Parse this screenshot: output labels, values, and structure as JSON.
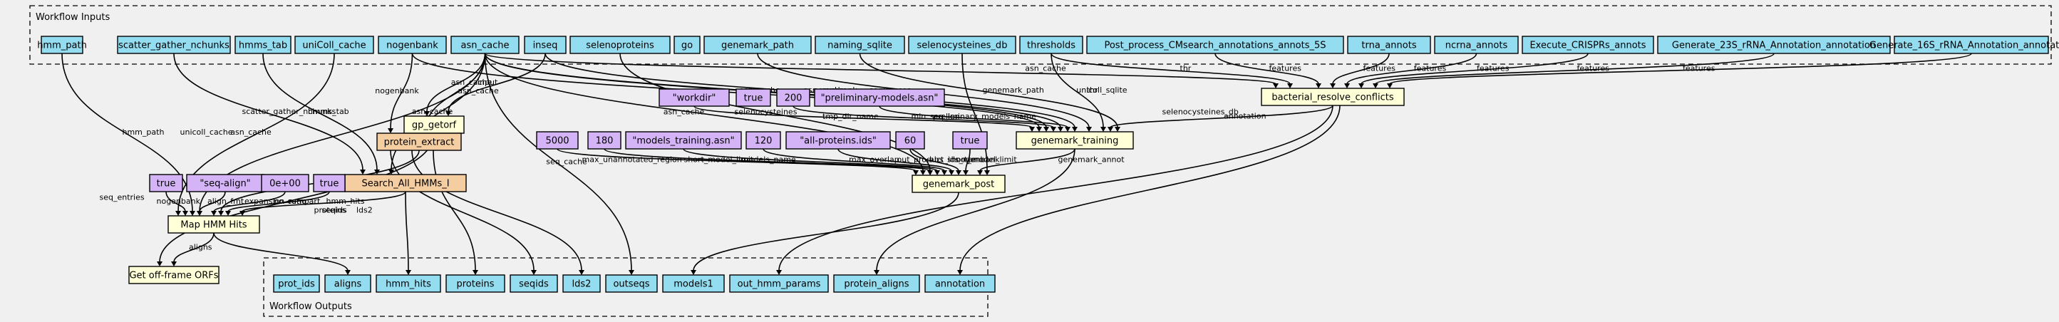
{
  "clusters": {
    "inputs_title": "Workflow Inputs",
    "outputs_title": "Workflow Outputs"
  },
  "colors": {
    "io": "#94dcf0",
    "step": "#ffffd8",
    "subworkflow": "#f4cda0",
    "literal": "#d4b4f6",
    "background": "#f0f0f0"
  },
  "inputs": [
    {
      "id": "hmm_path",
      "label": "hmm_path"
    },
    {
      "id": "scatter_gather_nchunks",
      "label": "scatter_gather_nchunks"
    },
    {
      "id": "hmms_tab",
      "label": "hmms_tab"
    },
    {
      "id": "uniColl_cache",
      "label": "uniColl_cache"
    },
    {
      "id": "nogenbank",
      "label": "nogenbank"
    },
    {
      "id": "asn_cache",
      "label": "asn_cache"
    },
    {
      "id": "inseq",
      "label": "inseq"
    },
    {
      "id": "selenoproteins",
      "label": "selenoproteins"
    },
    {
      "id": "go",
      "label": "go"
    },
    {
      "id": "genemark_path",
      "label": "genemark_path"
    },
    {
      "id": "naming_sqlite",
      "label": "naming_sqlite"
    },
    {
      "id": "selenocysteines_db",
      "label": "selenocysteines_db"
    },
    {
      "id": "thresholds",
      "label": "thresholds"
    },
    {
      "id": "post_process",
      "label": "Post_process_CMsearch_annotations_annots_5S"
    },
    {
      "id": "trna_annots",
      "label": "trna_annots"
    },
    {
      "id": "ncrna_annots",
      "label": "ncrna_annots"
    },
    {
      "id": "crispr",
      "label": "Execute_CRISPRs_annots"
    },
    {
      "id": "gen23s",
      "label": "Generate_23S_rRNA_Annotation_annotation"
    },
    {
      "id": "gen16s",
      "label": "Generate_16S_rRNA_Annotation_annotation"
    }
  ],
  "steps": [
    {
      "id": "bacterial_resolve_conflicts",
      "label": "bacterial_resolve_conflicts"
    },
    {
      "id": "gp_getorf",
      "label": "gp_getorf"
    },
    {
      "id": "genemark_training",
      "label": "genemark_training"
    },
    {
      "id": "protein_extract",
      "label": "protein_extract"
    },
    {
      "id": "genemark_post",
      "label": "genemark_post"
    },
    {
      "id": "search_all_hmms",
      "label": "Search_All_HMMs_I"
    },
    {
      "id": "map_hmm_hits",
      "label": "Map HMM Hits"
    },
    {
      "id": "get_offframe",
      "label": "Get off-frame ORFs"
    }
  ],
  "literals": [
    {
      "id": "lit_workdir",
      "label": "\"workdir\""
    },
    {
      "id": "lit_true1",
      "label": "true"
    },
    {
      "id": "lit_200",
      "label": "200"
    },
    {
      "id": "lit_prelim",
      "label": "\"preliminary-models.asn\""
    },
    {
      "id": "lit_5000",
      "label": "5000"
    },
    {
      "id": "lit_180",
      "label": "180"
    },
    {
      "id": "lit_models_training",
      "label": "\"models_training.asn\""
    },
    {
      "id": "lit_120",
      "label": "120"
    },
    {
      "id": "lit_allproteins",
      "label": "\"all-proteins.ids\""
    },
    {
      "id": "lit_60",
      "label": "60"
    },
    {
      "id": "lit_true2",
      "label": "true"
    },
    {
      "id": "lit_true3",
      "label": "true"
    },
    {
      "id": "lit_seqalign",
      "label": "\"seq-align\""
    },
    {
      "id": "lit_0e00",
      "label": "0e+00"
    },
    {
      "id": "lit_true4",
      "label": "true"
    }
  ],
  "outputs": [
    {
      "id": "prot_ids",
      "label": "prot_ids"
    },
    {
      "id": "aligns",
      "label": "aligns"
    },
    {
      "id": "hmm_hits",
      "label": "hmm_hits"
    },
    {
      "id": "proteins",
      "label": "proteins"
    },
    {
      "id": "seqids",
      "label": "seqids"
    },
    {
      "id": "lds2",
      "label": "lds2"
    },
    {
      "id": "outseqs",
      "label": "outseqs"
    },
    {
      "id": "models1",
      "label": "models1"
    },
    {
      "id": "out_hmm_params",
      "label": "out_hmm_params"
    },
    {
      "id": "protein_aligns",
      "label": "protein_aligns"
    },
    {
      "id": "annotation",
      "label": "annotation"
    }
  ],
  "edge_labels": [
    "hmm_path",
    "scatter_gather_nchunks",
    "hmms_tab",
    "unicoll_cache",
    "asn_cache",
    "asn_cache",
    "nogenbank",
    "asn_cache",
    "input",
    "asn_cache",
    "seq_cache",
    "asn_cache",
    "input",
    "asn_cache",
    "selenocysteines",
    "asn_cache",
    "sequences",
    "genemark_path",
    "thr",
    "asn_cache",
    "thr",
    "features",
    "features",
    "features",
    "features",
    "features",
    "features",
    "annotation",
    "unicoll_sqlite",
    "selenocysteines_db",
    "tmp_dir_name",
    "nogenbank",
    "min_seq_len",
    "preliminary_models_name",
    "sequences",
    "seqids",
    "lds2",
    "proteins",
    "seq_entries",
    "max_unannotated_region",
    "short_model_limit",
    "models_name",
    "max_overlap",
    "out_product_ids_name",
    "abs_short_model_limit",
    "nogenbank",
    "genemark_annot",
    "nogenbank",
    "align_fmt",
    "expansion_ratio",
    "no_compart",
    "hmm_hits",
    "aligns"
  ]
}
